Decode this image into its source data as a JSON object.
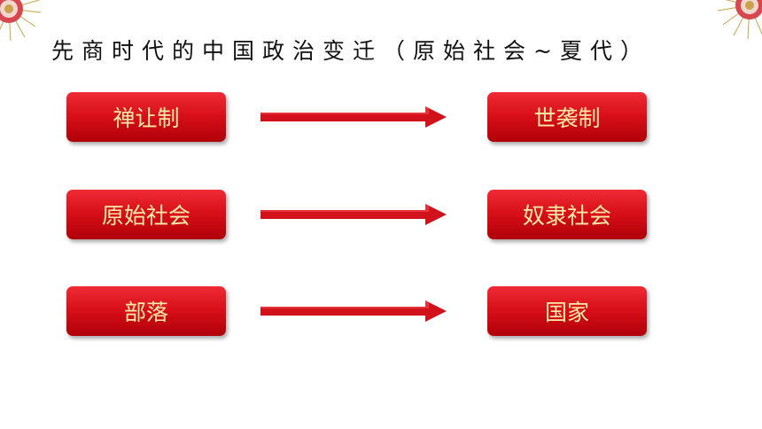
{
  "slide": {
    "title": "先商时代的中国政治变迁（原始社会~夏代）",
    "rows": [
      {
        "from": "禅让制",
        "to": "世袭制"
      },
      {
        "from": "原始社会",
        "to": "奴隶社会"
      },
      {
        "from": "部落",
        "to": "国家"
      }
    ]
  },
  "icons": {
    "corner_left": "paper-flower-icon",
    "corner_right": "paper-flower-icon",
    "arrow": "arrow-right-icon"
  },
  "colors": {
    "box_top": "#ef2b35",
    "box_bottom": "#b00009",
    "box_text": "#ffe9a6",
    "arrow": "#d2121b",
    "title": "#111111"
  }
}
